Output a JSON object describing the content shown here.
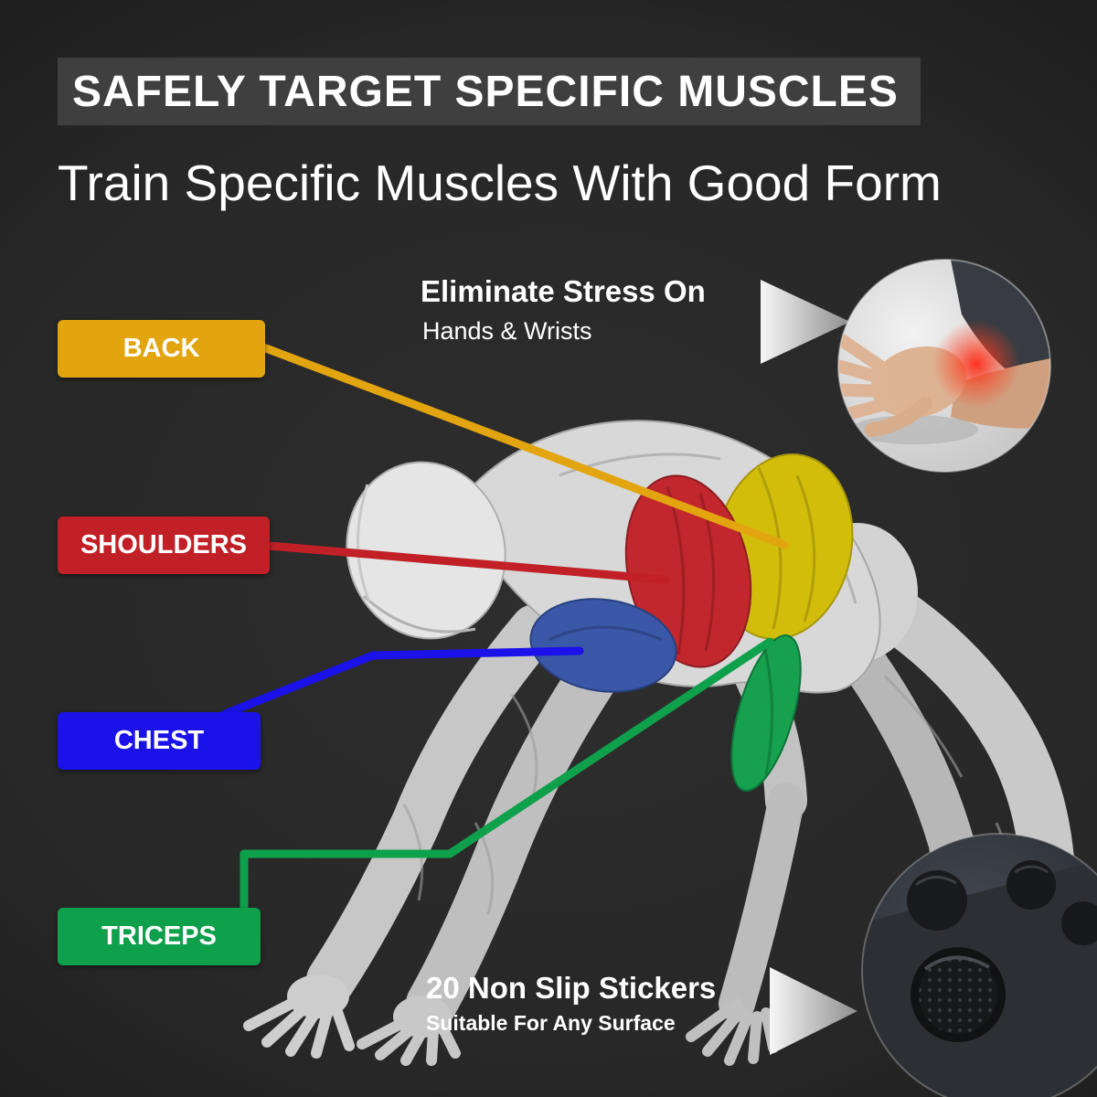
{
  "header": {
    "title": "SAFELY TARGET SPECIFIC MUSCLES",
    "subtitle": "Train Specific Muscles With Good Form"
  },
  "muscle_labels": [
    {
      "text": "BACK",
      "color": "#E3A50F"
    },
    {
      "text": "SHOULDERS",
      "color": "#C02026"
    },
    {
      "text": "CHEST",
      "color": "#1A12E8"
    },
    {
      "text": "TRICEPS",
      "color": "#0FA04C"
    }
  ],
  "callouts": [
    {
      "heading": "Eliminate Stress On",
      "subtext": "Hands & Wrists",
      "image": "wrist-pain-photo"
    },
    {
      "heading": "20 Non Slip Stickers",
      "subtext": "Suitable For Any Surface",
      "image": "non-slip-stickers-photo"
    }
  ],
  "figure": {
    "name": "pushup-anatomy-figure",
    "highlighted_muscles": [
      {
        "muscle": "back",
        "color": "#D2BD0B"
      },
      {
        "muscle": "shoulders",
        "color": "#C1272D"
      },
      {
        "muscle": "chest",
        "color": "#3A57A8"
      },
      {
        "muscle": "triceps",
        "color": "#17A04E"
      }
    ]
  }
}
